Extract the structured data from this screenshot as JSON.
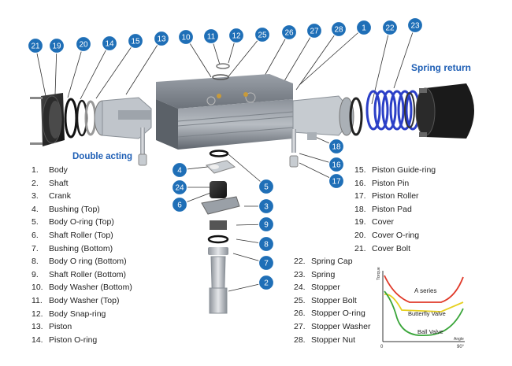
{
  "labels": {
    "double_acting": "Double acting",
    "spring_return": "Spring return"
  },
  "parts": [
    {
      "num": "1.",
      "name": "Body"
    },
    {
      "num": "2.",
      "name": "Shaft"
    },
    {
      "num": "3.",
      "name": "Crank"
    },
    {
      "num": "4.",
      "name": "Bushing (Top)"
    },
    {
      "num": "5.",
      "name": "Body O-ring (Top)"
    },
    {
      "num": "6.",
      "name": "Shaft Roller (Top)"
    },
    {
      "num": "7.",
      "name": "Bushing (Bottom)"
    },
    {
      "num": "8.",
      "name": "Body O ring (Bottom)"
    },
    {
      "num": "9.",
      "name": "Shaft Roller (Bottom)"
    },
    {
      "num": "10.",
      "name": "Body Washer (Bottom)"
    },
    {
      "num": "11.",
      "name": "Body Washer (Top)"
    },
    {
      "num": "12.",
      "name": "Body Snap-ring"
    },
    {
      "num": "13.",
      "name": "Piston"
    },
    {
      "num": "14.",
      "name": "Piston O-ring"
    },
    {
      "num": "15.",
      "name": "Piston Guide-ring"
    },
    {
      "num": "16.",
      "name": "Piston Pin"
    },
    {
      "num": "17.",
      "name": "Piston Roller"
    },
    {
      "num": "18.",
      "name": "Piston Pad"
    },
    {
      "num": "19.",
      "name": "Cover"
    },
    {
      "num": "20.",
      "name": "Cover O-ring"
    },
    {
      "num": "21.",
      "name": "Cover Bolt"
    },
    {
      "num": "22.",
      "name": "Spring Cap"
    },
    {
      "num": "23.",
      "name": "Spring"
    },
    {
      "num": "24.",
      "name": "Stopper"
    },
    {
      "num": "25.",
      "name": "Stopper Bolt"
    },
    {
      "num": "26.",
      "name": "Stopper O-ring"
    },
    {
      "num": "27.",
      "name": "Stopper Washer"
    },
    {
      "num": "28.",
      "name": "Stopper Nut"
    }
  ],
  "callouts": [
    "21",
    "19",
    "20",
    "14",
    "15",
    "13",
    "10",
    "11",
    "12",
    "25",
    "26",
    "27",
    "28",
    "1",
    "22",
    "23",
    "18",
    "16",
    "17",
    "4",
    "24",
    "6",
    "5",
    "3",
    "9",
    "8",
    "7",
    "2"
  ],
  "torque_chart": {
    "ylabel": "Torque",
    "xlabel": "Angle",
    "x_start": "0",
    "x_end": "90°",
    "curves": [
      {
        "label": "A series",
        "color": "#e03a2a"
      },
      {
        "label": "Butterfly Valve",
        "color": "#e6d020"
      },
      {
        "label": "Ball Valve",
        "color": "#3aa53a"
      }
    ]
  },
  "colors": {
    "callout": "#1f6fb7",
    "spring": "#2b3fc7",
    "accent": "#1f5fb5"
  }
}
